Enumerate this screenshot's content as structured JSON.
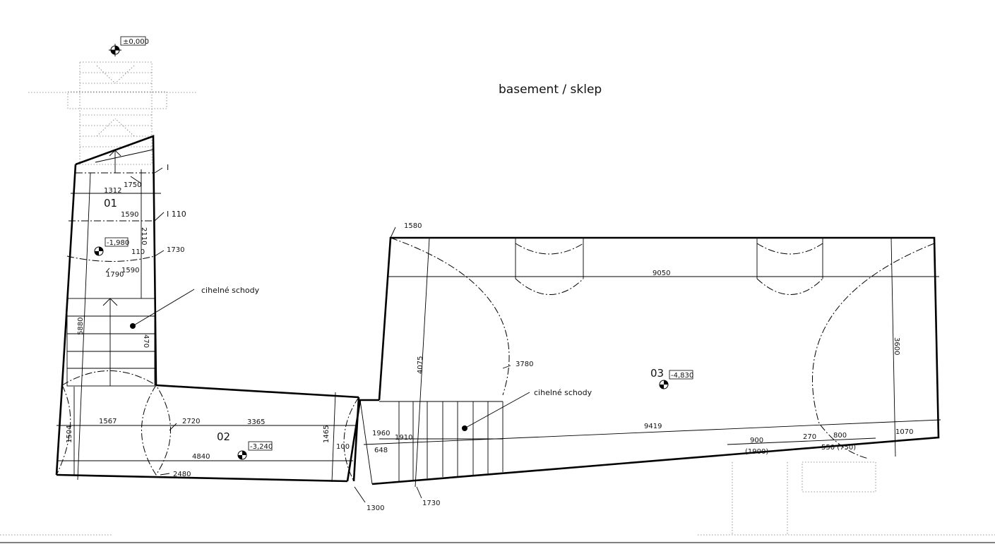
{
  "title": "basement / sklep",
  "levels": {
    "top": "±0,000",
    "room01": "-1,980",
    "room02": "-3,240",
    "room03": "-4,830"
  },
  "rooms": {
    "r01": "01",
    "r02": "02",
    "r03": "03"
  },
  "notes": {
    "stairs": "cihelné schody",
    "section1": "I",
    "section2": "I 110"
  },
  "dims": {
    "d1750": "1750",
    "d1312": "1312",
    "d1590a": "1590",
    "d2110": "2110",
    "d110": "110",
    "d1730a": "1730",
    "d1790": "1790",
    "d1590b": "1590",
    "d5880": "5880",
    "d470": "470",
    "d1567": "1567",
    "d2720": "2720",
    "d3365": "3365",
    "d4840": "4840",
    "d2480": "2480",
    "d1504": "1504",
    "d1465": "1465",
    "d100": "100",
    "d1960": "1960",
    "d1910": "1910",
    "d648": "648",
    "d1300": "1300",
    "d1730b": "1730",
    "d4075": "4075",
    "d3780": "3780",
    "d1580": "1580",
    "d9050": "9050",
    "d3600": "3600",
    "d9419": "9419",
    "d900": "900",
    "d1900": "(1900)",
    "d270": "270",
    "d800": "800",
    "d550": "550 (750)",
    "d1070": "1070"
  }
}
